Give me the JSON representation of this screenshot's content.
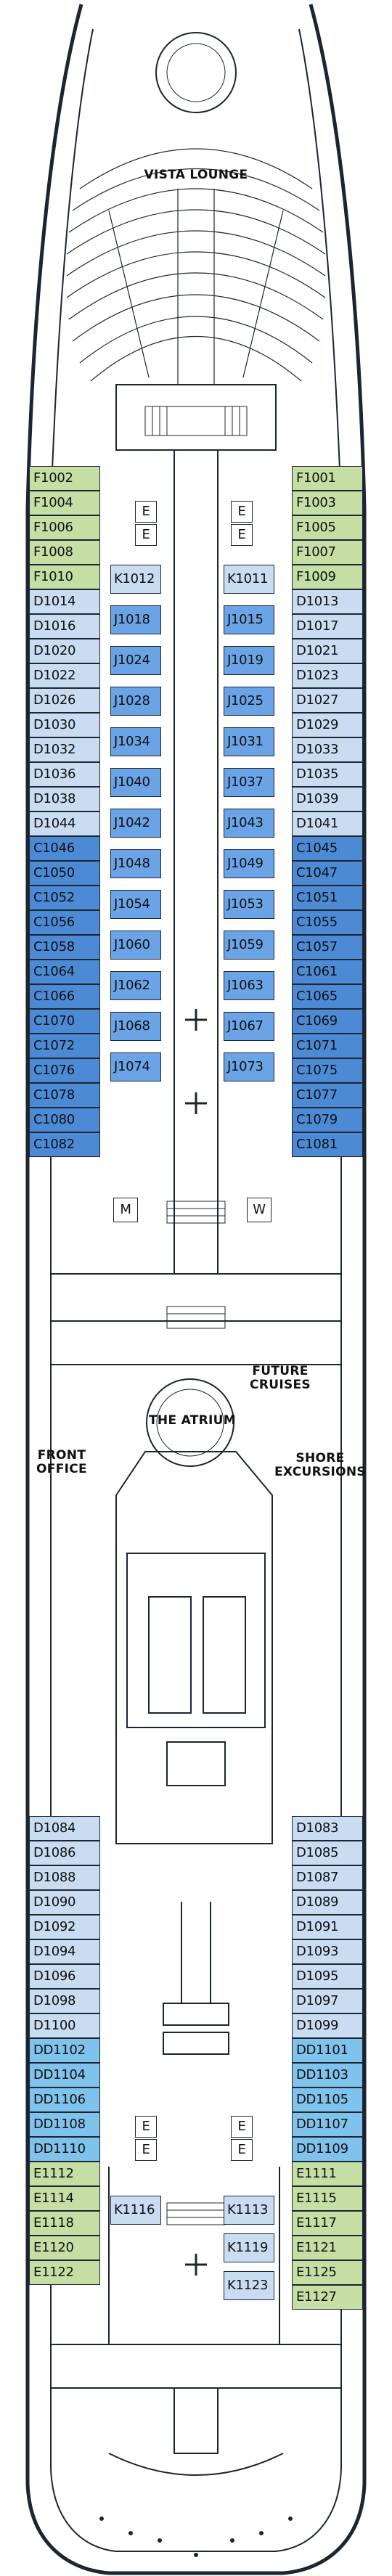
{
  "plan": {
    "venues": {
      "vista_lounge": "VISTA LOUNGE",
      "the_atrium": "THE ATRIUM",
      "future_cruises": "FUTURE\nCRUISES",
      "front_office": "FRONT\nOFFICE",
      "shore_excursions": "SHORE\nEXCURSIONS"
    },
    "elevator_label": "E",
    "restroom_men": "M",
    "restroom_women": "W",
    "category_colors": {
      "F": "#c5dea4",
      "E": "#c5dea4",
      "D": "#c9dcf2",
      "DD": "#7fc2ec",
      "C": "#4c8ad6",
      "J": "#6aa4e6",
      "K": "#c9dcf2"
    },
    "forward_left": [
      "F1002",
      "F1004",
      "F1006",
      "F1008",
      "F1010",
      "D1014",
      "D1016",
      "D1020",
      "D1022",
      "D1026",
      "D1030",
      "D1032",
      "D1036",
      "D1038",
      "D1044",
      "C1046",
      "C1050",
      "C1052",
      "C1056",
      "C1058",
      "C1064",
      "C1066",
      "C1070",
      "C1072",
      "C1076",
      "C1078",
      "C1080",
      "C1082"
    ],
    "forward_right": [
      "F1001",
      "F1003",
      "F1005",
      "F1007",
      "F1009",
      "D1013",
      "D1017",
      "D1021",
      "D1023",
      "D1027",
      "D1029",
      "D1033",
      "D1035",
      "D1039",
      "D1041",
      "C1045",
      "C1047",
      "C1051",
      "C1055",
      "C1057",
      "C1061",
      "C1065",
      "C1069",
      "C1071",
      "C1075",
      "C1077",
      "C1079",
      "C1081"
    ],
    "inner_left": [
      "K1012",
      "J1018",
      "J1024",
      "J1028",
      "J1034",
      "J1040",
      "J1042",
      "J1048",
      "J1054",
      "J1060",
      "J1062",
      "J1068",
      "J1074"
    ],
    "inner_right": [
      "K1011",
      "J1015",
      "J1019",
      "J1025",
      "J1031",
      "J1037",
      "J1043",
      "J1049",
      "J1053",
      "J1059",
      "J1063",
      "J1067",
      "J1073"
    ],
    "aft_left": [
      "D1084",
      "D1086",
      "D1088",
      "D1090",
      "D1092",
      "D1094",
      "D1096",
      "D1098",
      "D1100",
      "DD1102",
      "DD1104",
      "DD1106",
      "DD1108",
      "DD1110",
      "E1112",
      "E1114",
      "E1118",
      "E1120",
      "E1122"
    ],
    "aft_right": [
      "D1083",
      "D1085",
      "D1087",
      "D1089",
      "D1091",
      "D1093",
      "D1095",
      "D1097",
      "D1099",
      "DD1101",
      "DD1103",
      "DD1105",
      "DD1107",
      "DD1109",
      "E1111",
      "E1115",
      "E1117",
      "E1121",
      "E1125",
      "E1127"
    ],
    "aft_inner_left": [
      "K1116"
    ],
    "aft_inner_right": [
      "K1113",
      "K1119",
      "K1123"
    ]
  }
}
